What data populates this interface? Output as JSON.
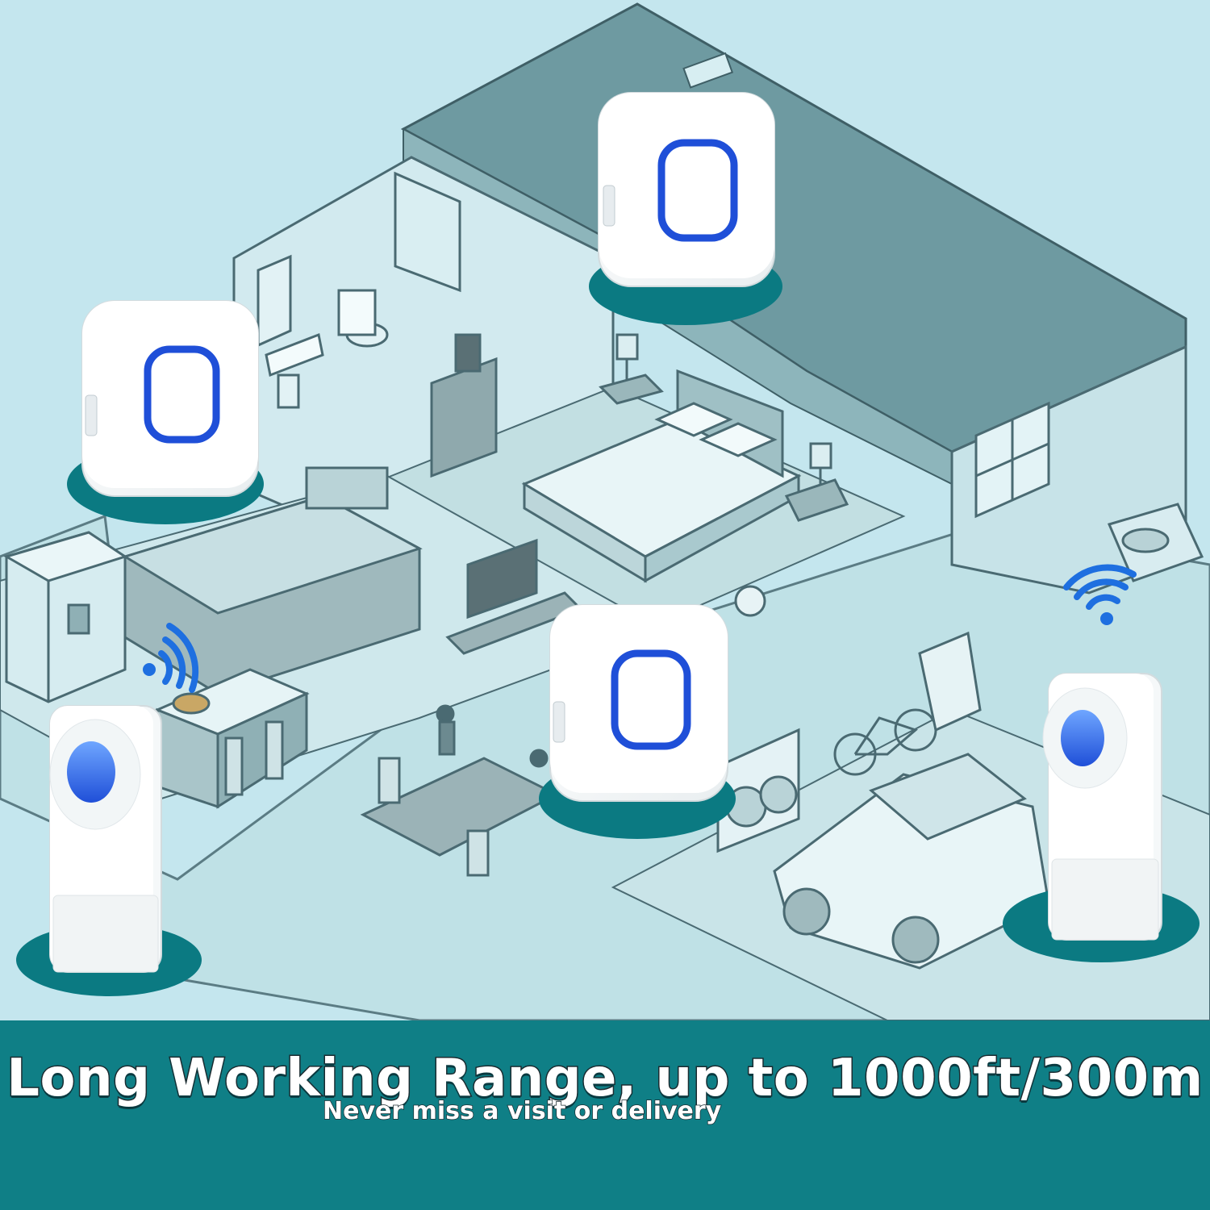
{
  "banner": {
    "headline": "Long Working Range, up to 1000ft/300m",
    "subline": "Never miss a visit or delivery"
  },
  "colors": {
    "background": "#bfe4ec",
    "banner": "#0f7f86",
    "roof": "#6f9aa0",
    "wall": "#cfe8ee",
    "floor": "#b7d9dd",
    "line": "#4a6a72",
    "device_white": "#ffffff",
    "led_blue": "#1f4fd8",
    "pedestal": "#0b7a82"
  },
  "devices": {
    "receivers": [
      "receiver-top",
      "receiver-left",
      "receiver-center"
    ],
    "transmitters": [
      "button-left",
      "button-right"
    ],
    "signal_icon": "wifi-icon"
  }
}
